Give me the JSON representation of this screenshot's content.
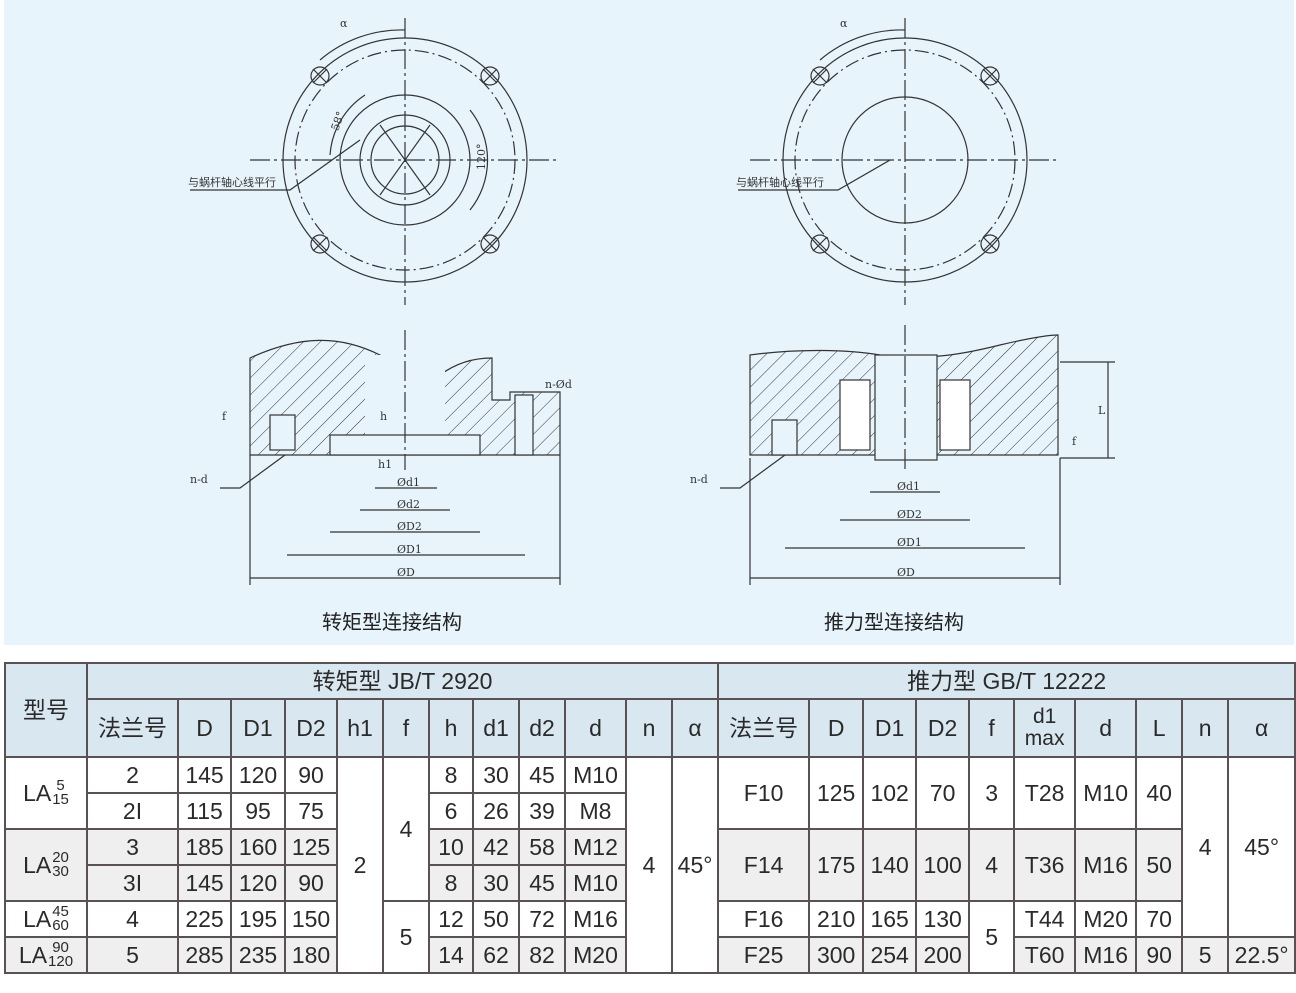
{
  "drawings": {
    "torque": {
      "caption": "转矩型连接结构",
      "alpha": "α",
      "angle1": "58°",
      "angle2": "120°",
      "note": "与蜗杆轴心线平行",
      "nd_top": "n-Ød",
      "f": "f",
      "h": "h",
      "h1": "h1",
      "nd": "n-d",
      "d1": "Ød1",
      "d2": "Ød2",
      "D2": "ØD2",
      "D1": "ØD1",
      "D": "ØD"
    },
    "thrust": {
      "caption": "推力型连接结构",
      "alpha": "α",
      "note": "与蜗杆轴心线平行",
      "L": "L",
      "f": "f",
      "nd": "n-d",
      "d1": "Ød1",
      "D2": "ØD2",
      "D1": "ØD1",
      "D": "ØD"
    }
  },
  "table": {
    "model_header": "型号",
    "torque_header": "转矩型 JB/T 2920",
    "thrust_header": "推力型 GB/T 12222",
    "torque_cols": [
      "法兰号",
      "D",
      "D1",
      "D2",
      "h1",
      "f",
      "h",
      "d1",
      "d2",
      "d",
      "n",
      "α"
    ],
    "thrust_cols": [
      "法兰号",
      "D",
      "D1",
      "D2",
      "f",
      "d1 max",
      "d",
      "L",
      "n",
      "α"
    ],
    "models": [
      {
        "base": "LA",
        "sup": "5",
        "sub": "15"
      },
      {
        "base": "LA",
        "sup": "20",
        "sub": "30"
      },
      {
        "base": "LA",
        "sup": "45",
        "sub": "60"
      },
      {
        "base": "LA",
        "sup": "90",
        "sub": "120"
      }
    ],
    "torque_rows": [
      {
        "flange": "2",
        "D": "145",
        "D1": "120",
        "D2": "90",
        "h": "8",
        "d1": "30",
        "d2": "45",
        "d": "M10"
      },
      {
        "flange": "2I",
        "D": "115",
        "D1": "95",
        "D2": "75",
        "h": "6",
        "d1": "26",
        "d2": "39",
        "d": "M8"
      },
      {
        "flange": "3",
        "D": "185",
        "D1": "160",
        "D2": "125",
        "h": "10",
        "d1": "42",
        "d2": "58",
        "d": "M12"
      },
      {
        "flange": "3I",
        "D": "145",
        "D1": "120",
        "D2": "90",
        "h": "8",
        "d1": "30",
        "d2": "45",
        "d": "M10"
      },
      {
        "flange": "4",
        "D": "225",
        "D1": "195",
        "D2": "150",
        "h": "12",
        "d1": "50",
        "d2": "72",
        "d": "M16"
      },
      {
        "flange": "5",
        "D": "285",
        "D1": "235",
        "D2": "180",
        "h": "14",
        "d1": "62",
        "d2": "82",
        "d": "M20"
      }
    ],
    "torque_merged": {
      "h1": "2",
      "f_a": "4",
      "f_b": "5",
      "n": "4",
      "alpha": "45°"
    },
    "thrust_rows": [
      {
        "flange": "F10",
        "D": "125",
        "D1": "102",
        "D2": "70",
        "f": "3",
        "d1": "T28",
        "d": "M10",
        "L": "40"
      },
      {
        "flange": "F14",
        "D": "175",
        "D1": "140",
        "D2": "100",
        "f": "4",
        "d1": "T36",
        "d": "M16",
        "L": "50"
      },
      {
        "flange": "F16",
        "D": "210",
        "D1": "165",
        "D2": "130",
        "d1": "T44",
        "d": "M20",
        "L": "70"
      },
      {
        "flange": "F25",
        "D": "300",
        "D1": "254",
        "D2": "200",
        "d1": "T60",
        "d": "M16",
        "L": "90",
        "n": "5",
        "alpha": "22.5°"
      }
    ],
    "thrust_merged": {
      "f": "5",
      "n": "4",
      "alpha": "45°"
    }
  }
}
